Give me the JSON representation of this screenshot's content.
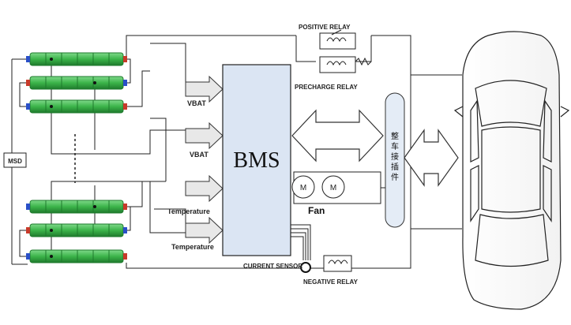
{
  "labels": {
    "bms": "BMS",
    "positive_relay": "POSITIVE RELAY",
    "precharge_relay": "PRECHARGE RELAY",
    "negative_relay": "NEGATIVE RELAY",
    "current_sensor": "CURRENT SENSOR",
    "vbat_1": "VBAT",
    "vbat_2": "VBAT",
    "temperature_1": "Temperature",
    "temperature_2": "Temperature",
    "fan": "Fan",
    "msd": "MSD",
    "motor_1": "M",
    "motor_2": "M",
    "connector": [
      "整",
      "车",
      "接",
      "插",
      "件"
    ]
  },
  "colors": {
    "battery_green": "#3cb44a",
    "battery_dark": "#1e7a2c",
    "bms_fill": "#dbe5f3",
    "arrow_fill": "#e8e8e8",
    "terminal_blue": "#2a50c8",
    "terminal_red": "#c83a2a"
  }
}
